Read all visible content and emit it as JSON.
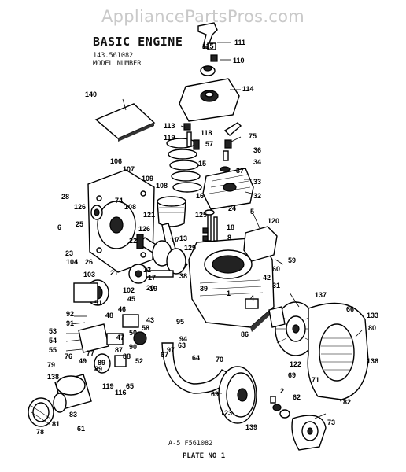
{
  "watermark": "AppliancePartsPros.com",
  "title": "BASIC ENGINE",
  "model_number": "143.561082",
  "model_number_label": "MODEL NUMBER",
  "footer_code": "A-5   F561082",
  "footer_plate": "PLATE NO 1",
  "callouts": [
    "111",
    "115",
    "110",
    "114",
    "140",
    "113",
    "119",
    "118",
    "75",
    "57",
    "36",
    "34",
    "37",
    "15",
    "33",
    "32",
    "106",
    "107",
    "109",
    "108",
    "16",
    "28",
    "74",
    "108",
    "126",
    "24",
    "5",
    "120",
    "121",
    "125",
    "6",
    "25",
    "126",
    "18",
    "8",
    "7",
    "13",
    "11",
    "22",
    "129",
    "59",
    "23",
    "26",
    "12",
    "104",
    "103",
    "21",
    "17",
    "60",
    "42",
    "38",
    "31",
    "20",
    "51",
    "102",
    "19",
    "39",
    "137",
    "92",
    "91",
    "45",
    "46",
    "50",
    "47",
    "48",
    "43",
    "1",
    "4",
    "66",
    "133",
    "80",
    "53",
    "54",
    "55",
    "76",
    "87",
    "88",
    "58",
    "64",
    "95",
    "94",
    "90",
    "97",
    "63",
    "86",
    "89",
    "89",
    "77",
    "49",
    "52",
    "67",
    "70",
    "122",
    "136",
    "79",
    "138",
    "119",
    "116",
    "65",
    "69",
    "69",
    "71",
    "2",
    "62",
    "82",
    "81",
    "83",
    "78",
    "61",
    "123",
    "139",
    "73"
  ]
}
